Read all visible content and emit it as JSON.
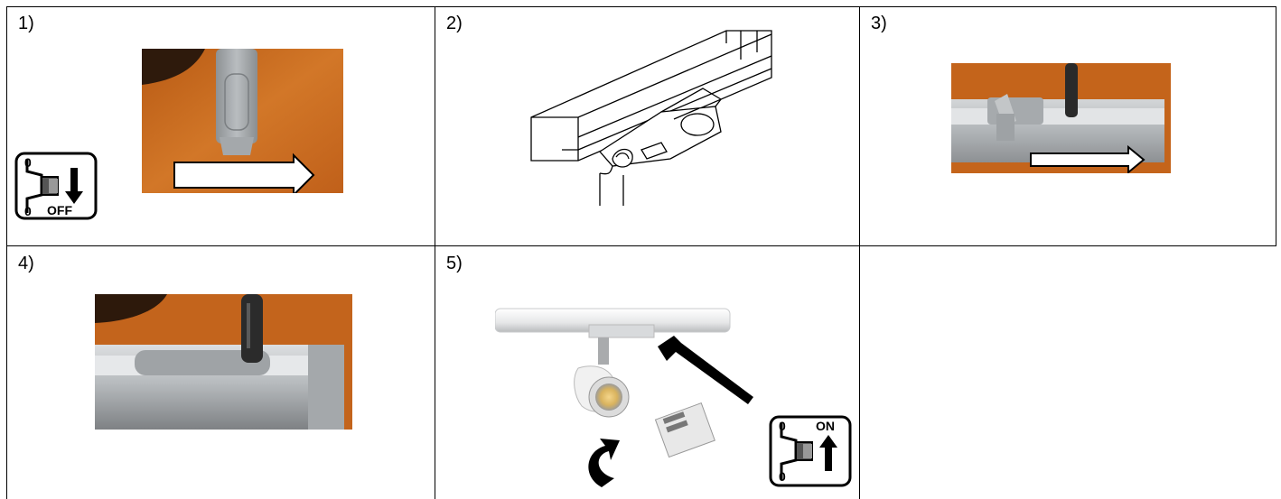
{
  "steps": [
    {
      "label": "1)"
    },
    {
      "label": "2)"
    },
    {
      "label": "3)"
    },
    {
      "label": "4)"
    },
    {
      "label": "5)"
    },
    {
      "label": ""
    }
  ],
  "switch_off": {
    "top_digit": "0",
    "bottom_digit": "0",
    "text": "OFF"
  },
  "switch_on": {
    "top_digit": "0",
    "bottom_digit": "0",
    "text": "ON"
  },
  "colors": {
    "wood": "#c96a1e",
    "rail": "#b8bcc0",
    "adapter": "#9fa3a6"
  }
}
